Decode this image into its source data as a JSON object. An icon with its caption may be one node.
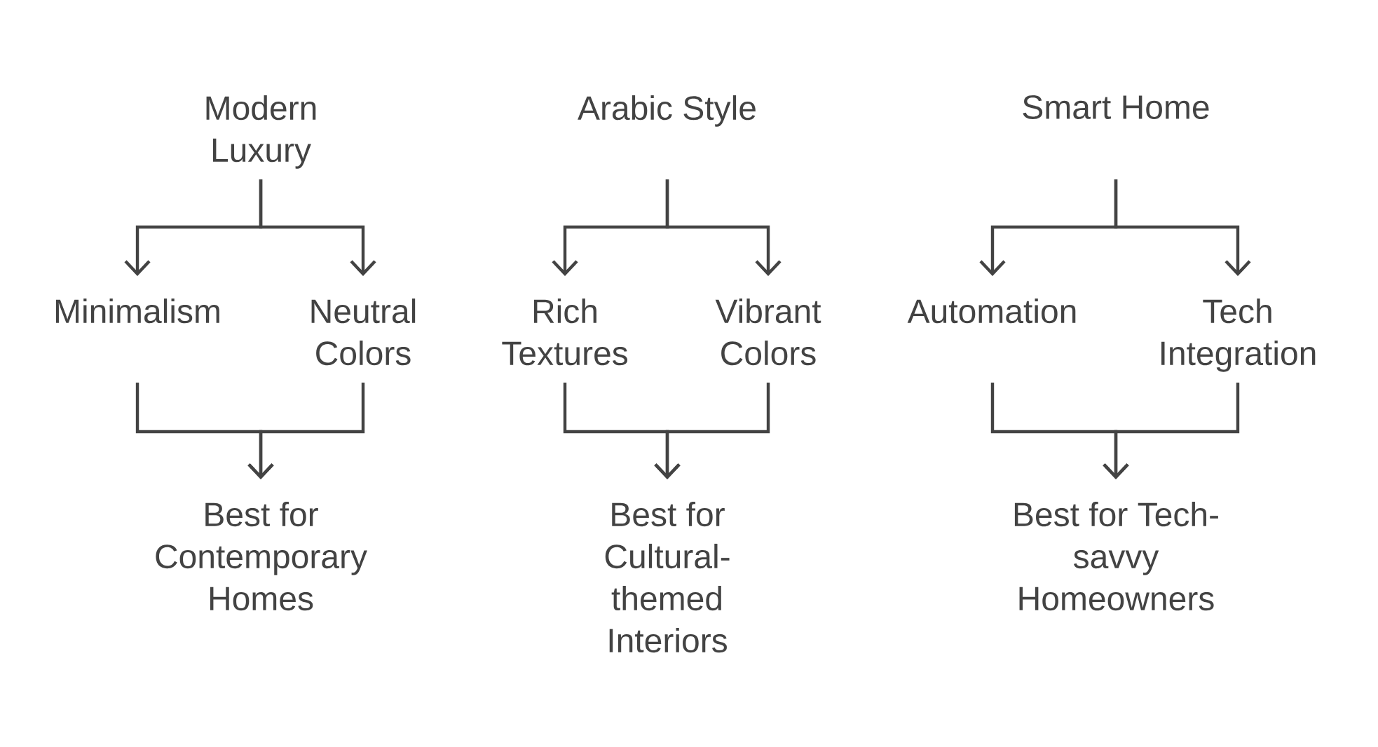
{
  "diagram": {
    "nodes": [
      {
        "text": [
          "Modern Luxury"
        ]
      },
      {
        "text": [
          "Minimalism"
        ]
      },
      {
        "text": [
          "Neutral Colors"
        ]
      },
      {
        "text": [
          "Best for Contemporary Homes"
        ]
      },
      {
        "text": [
          "Arabic Style"
        ]
      },
      {
        "text": [
          "Rich Textures"
        ]
      },
      {
        "text": [
          "Vibrant Colors"
        ]
      },
      {
        "text": [
          "Best for Cultural-themed Interiors"
        ]
      },
      {
        "text": [
          "Smart Home"
        ]
      },
      {
        "text": [
          "Automation"
        ]
      },
      {
        "text": [
          "Tech Integration"
        ]
      },
      {
        "text": [
          "Best for Tech-savvy Homeowners"
        ]
      }
    ],
    "edges": [
      {
        "from": 0,
        "to": 1,
        "arrow": "to"
      },
      {
        "from": 0,
        "to": 2,
        "arrow": "to"
      },
      {
        "from": 1,
        "to": 3,
        "arrow": "to"
      },
      {
        "from": 2,
        "to": 3,
        "arrow": "to"
      },
      {
        "from": 4,
        "to": 5,
        "arrow": "to"
      },
      {
        "from": 4,
        "to": 6,
        "arrow": "to"
      },
      {
        "from": 5,
        "to": 7,
        "arrow": "to"
      },
      {
        "from": 6,
        "to": 7,
        "arrow": "to"
      },
      {
        "from": 8,
        "to": 9,
        "arrow": "to"
      },
      {
        "from": 8,
        "to": 10,
        "arrow": "to"
      },
      {
        "from": 9,
        "to": 11,
        "arrow": "to"
      },
      {
        "from": 10,
        "to": 11,
        "arrow": "to"
      }
    ]
  }
}
